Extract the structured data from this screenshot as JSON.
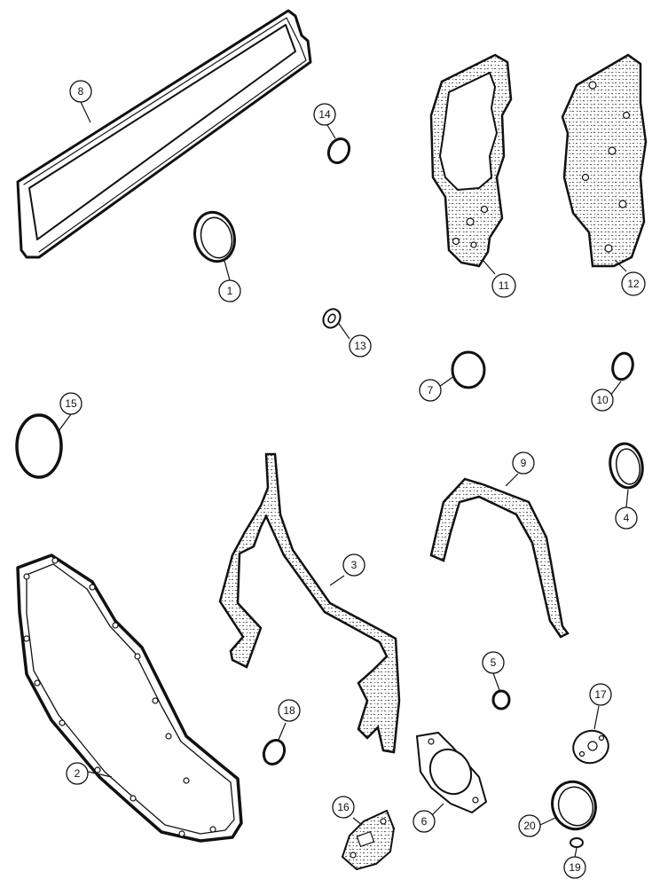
{
  "diagram": {
    "callouts": [
      {
        "id": "c1",
        "label": "1"
      },
      {
        "id": "c2",
        "label": "2"
      },
      {
        "id": "c3",
        "label": "3"
      },
      {
        "id": "c4",
        "label": "4"
      },
      {
        "id": "c5",
        "label": "5"
      },
      {
        "id": "c6",
        "label": "6"
      },
      {
        "id": "c7",
        "label": "7"
      },
      {
        "id": "c8",
        "label": "8"
      },
      {
        "id": "c9",
        "label": "9"
      },
      {
        "id": "c10",
        "label": "10"
      },
      {
        "id": "c11",
        "label": "11"
      },
      {
        "id": "c12",
        "label": "12"
      },
      {
        "id": "c13",
        "label": "13"
      },
      {
        "id": "c14",
        "label": "14"
      },
      {
        "id": "c15",
        "label": "15"
      },
      {
        "id": "c16",
        "label": "16"
      },
      {
        "id": "c17",
        "label": "17"
      },
      {
        "id": "c18",
        "label": "18"
      },
      {
        "id": "c19",
        "label": "19"
      },
      {
        "id": "c20",
        "label": "20"
      }
    ],
    "colors": {
      "ink": "#111111",
      "paper": "#ffffff",
      "fill": "#f2f2f2"
    }
  }
}
